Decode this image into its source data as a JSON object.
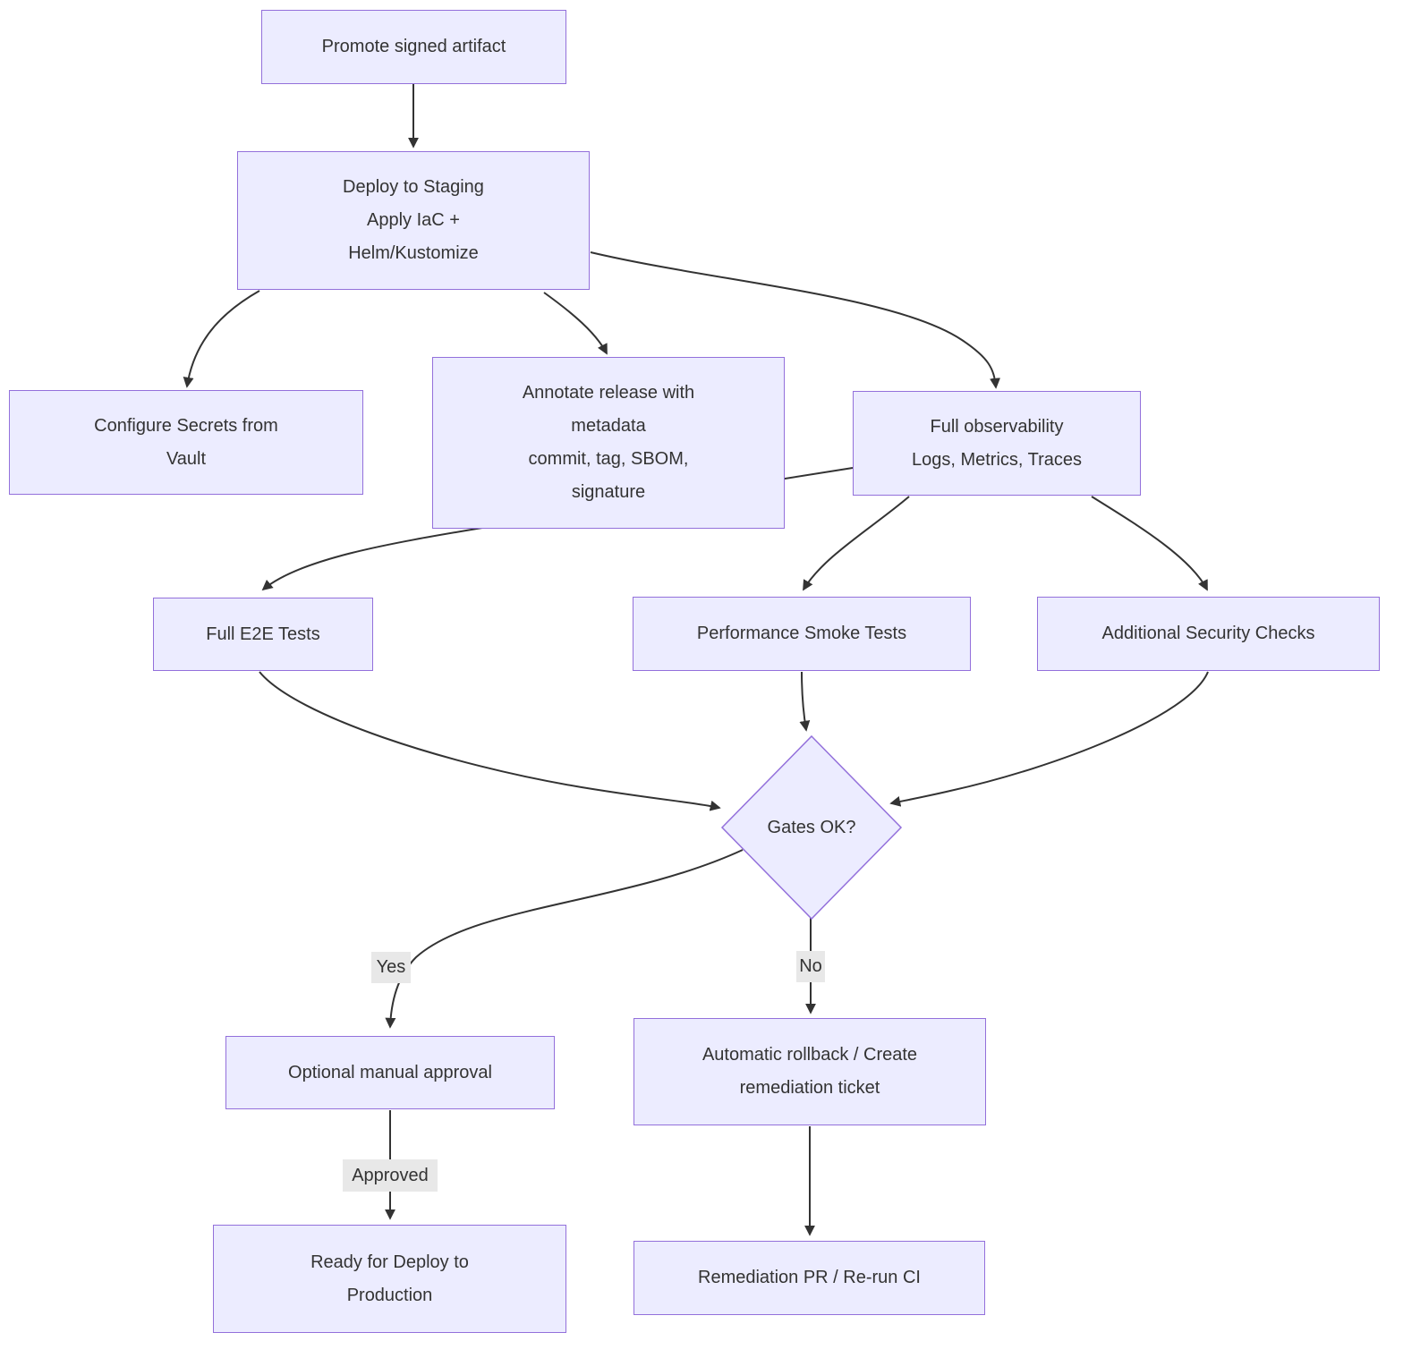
{
  "diagram": {
    "type": "flowchart",
    "background_color": "#ffffff",
    "node_fill": "#ECECFF",
    "node_border": "#9370DB",
    "edge_color": "#333333",
    "text_color": "#333333",
    "edge_label_background": "#e8e8e8"
  },
  "nodes": {
    "promote": {
      "lines": [
        "Promote signed artifact"
      ]
    },
    "deploy": {
      "lines": [
        "Deploy to Staging",
        "Apply IaC +",
        "Helm/Kustomize"
      ]
    },
    "secrets": {
      "lines": [
        "Configure Secrets from",
        "Vault"
      ]
    },
    "annotate": {
      "lines": [
        "Annotate release with",
        "metadata",
        "commit, tag, SBOM,",
        "signature"
      ]
    },
    "observability": {
      "lines": [
        "Full observability",
        "Logs, Metrics, Traces"
      ]
    },
    "e2e": {
      "lines": [
        "Full E2E Tests"
      ]
    },
    "perf": {
      "lines": [
        "Performance Smoke Tests"
      ]
    },
    "security": {
      "lines": [
        "Additional Security Checks"
      ]
    },
    "gates": {
      "lines": [
        "Gates OK?"
      ]
    },
    "approval": {
      "lines": [
        "Optional manual approval"
      ]
    },
    "ready": {
      "lines": [
        "Ready for Deploy to",
        "Production"
      ]
    },
    "rollback": {
      "lines": [
        "Automatic rollback / Create",
        "remediation ticket"
      ]
    },
    "remediation": {
      "lines": [
        "Remediation PR / Re-run CI"
      ]
    }
  },
  "edge_labels": {
    "yes": "Yes",
    "no": "No",
    "approved": "Approved"
  },
  "edges": [
    {
      "from": "promote",
      "to": "deploy"
    },
    {
      "from": "deploy",
      "to": "secrets"
    },
    {
      "from": "deploy",
      "to": "annotate"
    },
    {
      "from": "deploy",
      "to": "observability"
    },
    {
      "from": "observability",
      "to": "e2e"
    },
    {
      "from": "observability",
      "to": "perf"
    },
    {
      "from": "observability",
      "to": "security"
    },
    {
      "from": "e2e",
      "to": "gates"
    },
    {
      "from": "perf",
      "to": "gates"
    },
    {
      "from": "security",
      "to": "gates"
    },
    {
      "from": "gates",
      "to": "approval",
      "label": "Yes"
    },
    {
      "from": "gates",
      "to": "rollback",
      "label": "No"
    },
    {
      "from": "approval",
      "to": "ready",
      "label": "Approved"
    },
    {
      "from": "rollback",
      "to": "remediation"
    }
  ]
}
